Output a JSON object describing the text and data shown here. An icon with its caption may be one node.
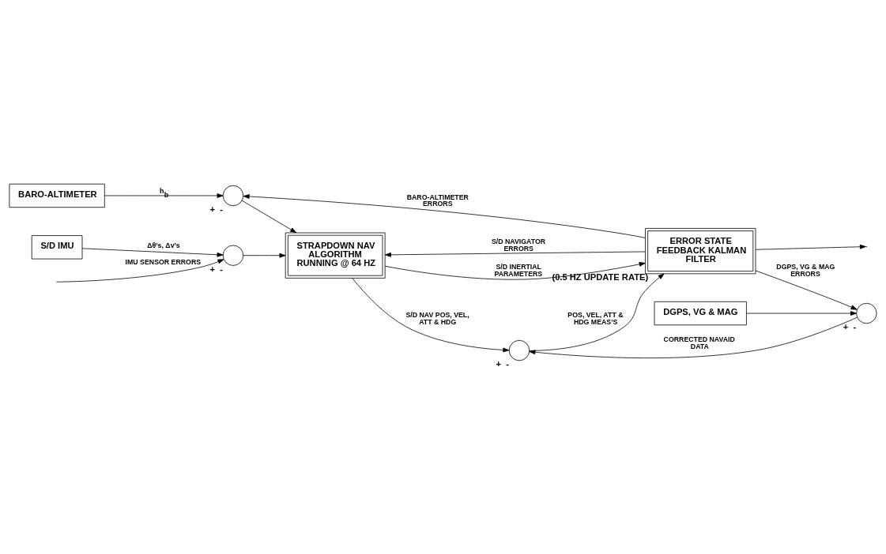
{
  "diagram": {
    "nodes": [
      {
        "text": [
          "BARO-ALTIMETER"
        ]
      },
      {
        "text": [],
        "shape": "circle",
        "beside": [
          "+",
          "-"
        ]
      },
      {
        "text": [
          "S/D IMU"
        ]
      },
      {
        "text": [],
        "shape": "circle",
        "beside": [
          "+",
          "-"
        ]
      },
      {
        "text": [
          "STRAPDOWN NAV ALGORITHM RUNNING @ 64 HZ"
        ]
      },
      {
        "text": [],
        "shape": "circle",
        "beside": [
          "+",
          "-"
        ]
      },
      {
        "text": [
          "ERROR STATE FEEDBACK KALMAN FILTER"
        ],
        "beside": [
          "(0.5 HZ UPDATE RATE)"
        ]
      },
      {
        "text": [
          "DGPS, VG & MAG"
        ]
      },
      {
        "text": [],
        "shape": "circle",
        "beside": [
          "+",
          "-"
        ]
      }
    ],
    "edges": [
      {
        "from": 0,
        "to": 1,
        "arrow": "to",
        "label": "h$_{b}$"
      },
      {
        "from": 1,
        "to": 4,
        "arrow": "to"
      },
      {
        "from": 2,
        "to": 3,
        "arrow": "to",
        "label": "Δθ’s, Δv’s"
      },
      {
        "from": 3,
        "to": 4,
        "arrow": "to"
      },
      {
        "from": 4,
        "to": 6,
        "arrow": "to",
        "label": "S/D INERTIAL PARAMETERS"
      },
      {
        "from": 4,
        "to": 5,
        "arrow": "to",
        "label": "S/D NAV POS, VEL, ATT & HDG"
      },
      {
        "from": 5,
        "to": 6,
        "arrow": "to",
        "label": "POS, VEL, ATT & HDG MEAS’S"
      },
      {
        "from": 7,
        "to": 8,
        "arrow": "to"
      },
      {
        "from": 8,
        "to": 5,
        "arrow": "to",
        "label": "CORRECTED NAVAID DATA"
      },
      {
        "from": 6,
        "to": 4,
        "arrow": "to",
        "label": "S/D NAVIGATOR ERRORS"
      },
      {
        "from": 6,
        "to": 1,
        "arrow": "to",
        "label": "BARO-ALTIMETER ERRORS"
      },
      {
        "from": 6,
        "to": null,
        "arrow": "to"
      },
      {
        "from": 6,
        "to": 8,
        "arrow": "to",
        "label": "DGPS, VG & MAG ERRORS"
      },
      {
        "from": null,
        "to": 3,
        "arrow": "to",
        "label": "IMU SENSOR ERRORS"
      }
    ]
  }
}
